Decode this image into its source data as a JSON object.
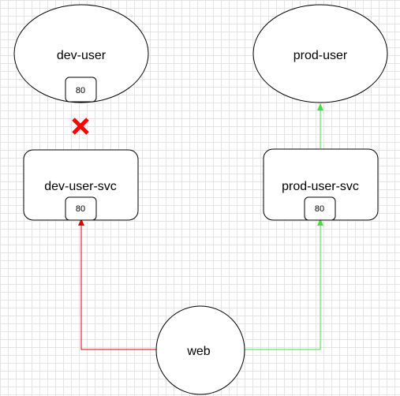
{
  "nodes": {
    "dev_user": {
      "label": "dev-user",
      "port": "80"
    },
    "prod_user": {
      "label": "prod-user",
      "port": ""
    },
    "dev_user_svc": {
      "label": "dev-user-svc",
      "port": "80"
    },
    "prod_user_svc": {
      "label": "prod-user-svc",
      "port": "80"
    },
    "web": {
      "label": "web"
    }
  },
  "connections": {
    "web_to_dev_svc": {
      "color": "#e00000"
    },
    "web_to_prod_svc": {
      "color": "#44dd44"
    },
    "prod_svc_to_prod_user": {
      "color": "#44dd44"
    }
  },
  "blocked_marker": {
    "icon": "red-x-icon",
    "color": "#ff0000"
  }
}
